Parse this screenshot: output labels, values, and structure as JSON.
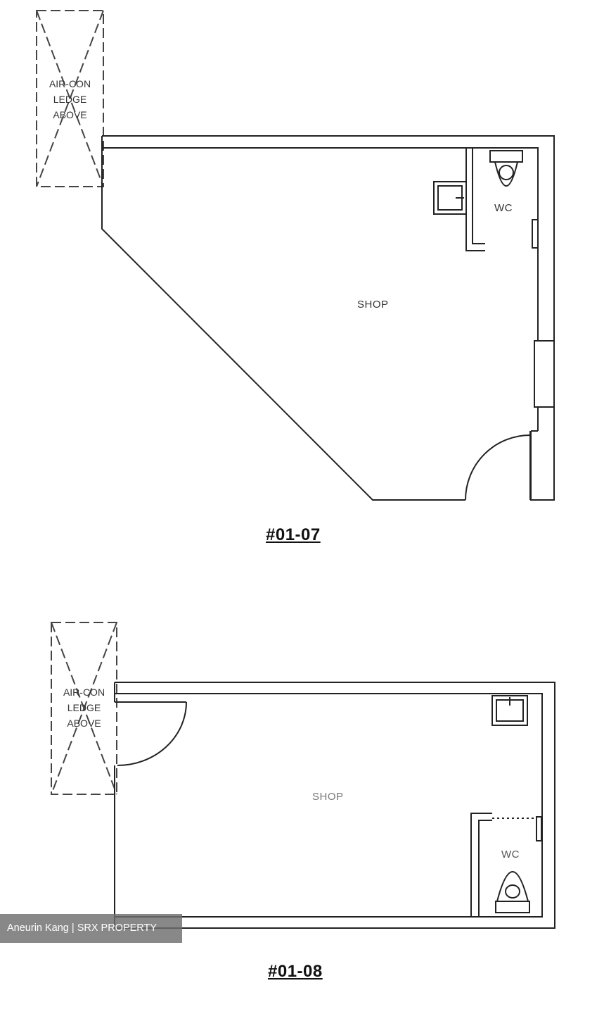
{
  "plans": [
    {
      "unit": "#01-07",
      "ledge_lines": [
        "AIR-CON",
        "LEDGE",
        "ABOVE"
      ],
      "rooms": {
        "main": "SHOP",
        "toilet": "WC"
      }
    },
    {
      "unit": "#01-08",
      "ledge_lines": [
        "AIR-CON",
        "LEDGE",
        "ABOVE"
      ],
      "rooms": {
        "main": "SHOP",
        "toilet": "WC"
      }
    }
  ],
  "watermark": "Aneurin Kang | SRX PROPERTY",
  "colors": {
    "line": "#222222",
    "dashed": "#444444",
    "watermark_bg": "#6e6e6e"
  }
}
